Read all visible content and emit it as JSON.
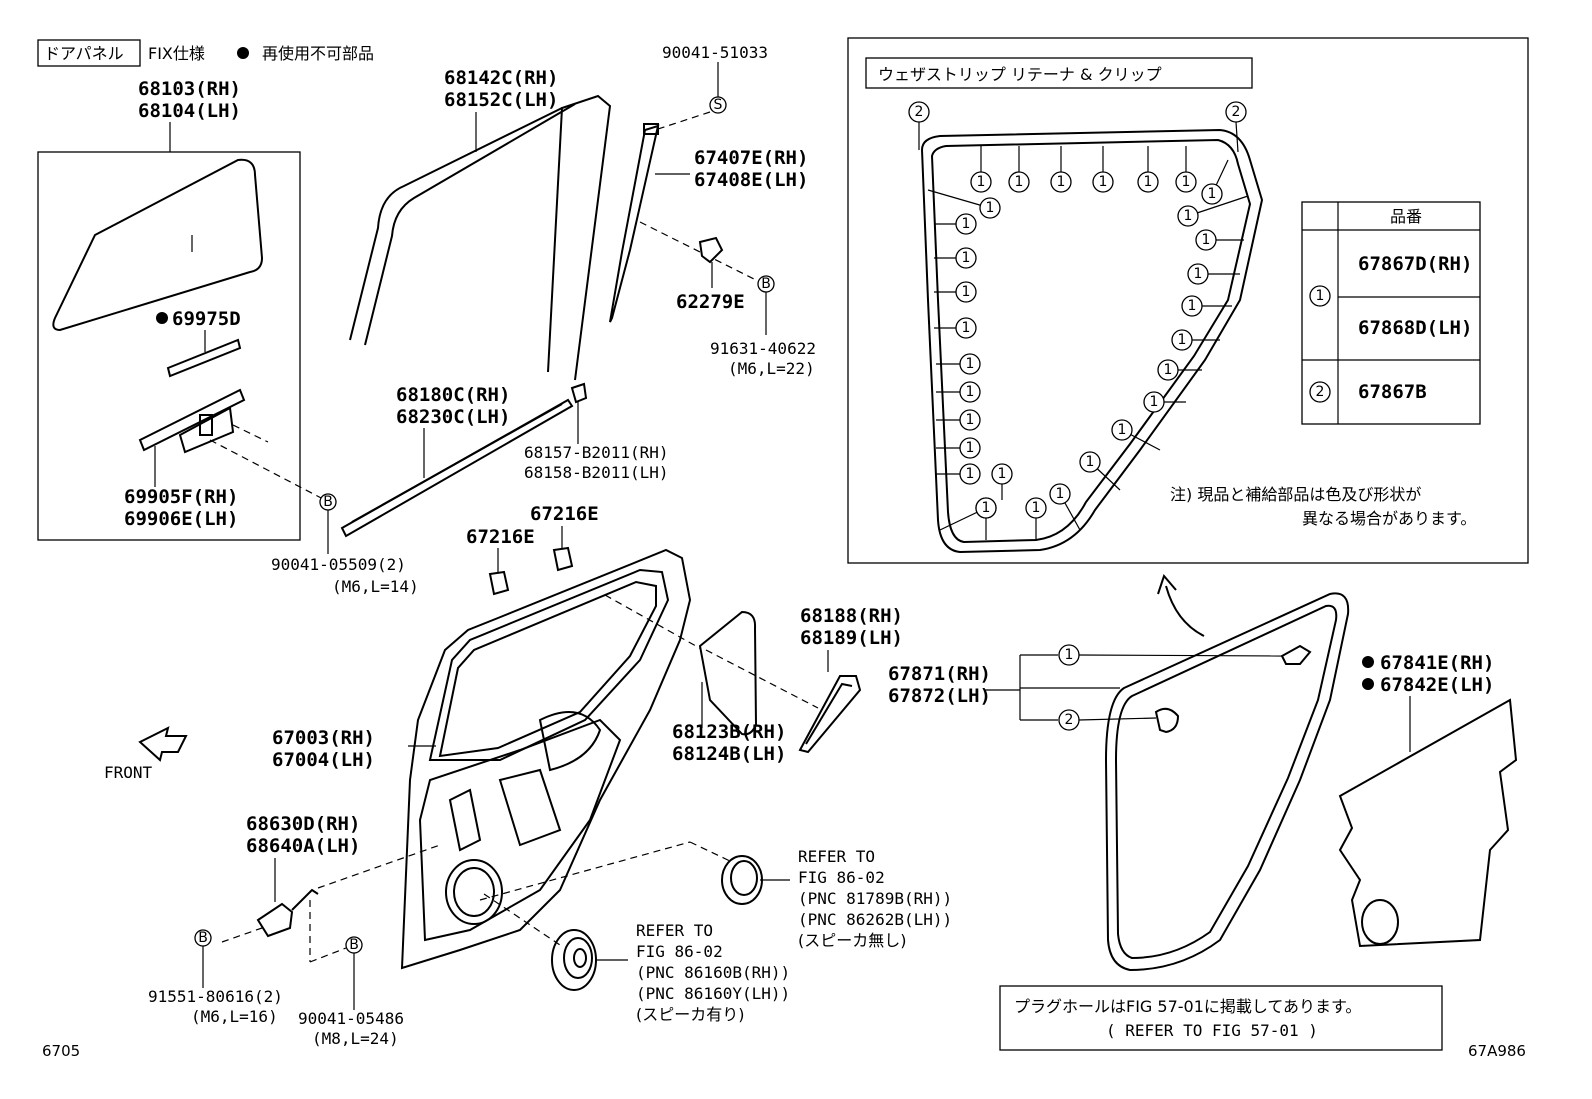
{
  "header": {
    "boxed_label": "ドアパネル",
    "spec": "FIX仕様",
    "bullet_note": "再使用不可部品"
  },
  "parts": {
    "p68103": "68103(RH)",
    "p68104": "68104(LH)",
    "p69975": "69975D",
    "p69905": "69905F(RH)",
    "p69906": "69906E(LH)",
    "p90041_05509": "90041-05509(2)",
    "p90041_05509_spec": "(M6,L=14)",
    "p68142": "68142C(RH)",
    "p68152": "68152C(LH)",
    "p90041_51033": "90041-51033",
    "p67407": "67407E(RH)",
    "p67408": "67408E(LH)",
    "p62279": "62279E",
    "p91631": "91631-40622",
    "p91631_spec": "(M6,L=22)",
    "p68180": "68180C(RH)",
    "p68230": "68230C(LH)",
    "p68157": "68157-B2011(RH)",
    "p68158": "68158-B2011(LH)",
    "p67216a": "67216E",
    "p67216b": "67216E",
    "p68188": "68188(RH)",
    "p68189": "68189(LH)",
    "p68123": "68123B(RH)",
    "p68124": "68124B(LH)",
    "p67003": "67003(RH)",
    "p67004": "67004(LH)",
    "p68630": "68630D(RH)",
    "p68640": "68640A(LH)",
    "p91551": "91551-80616(2)",
    "p91551_spec": "(M6,L=16)",
    "p90041_05486": "90041-05486",
    "p90041_05486_spec": "(M8,L=24)",
    "p67871": "67871(RH)",
    "p67872": "67872(LH)",
    "p67841": "67841E(RH)",
    "p67842": "67842E(LH)"
  },
  "front_label": "FRONT",
  "refer_speaker_none": {
    "l1": "REFER TO",
    "l2": "FIG 86-02",
    "l3": "(PNC 81789B(RH))",
    "l4": "(PNC 86262B(LH))",
    "l5": "(スピーカ無し)"
  },
  "refer_speaker_with": {
    "l1": "REFER TO",
    "l2": "FIG 86-02",
    "l3": "(PNC 86160B(RH))",
    "l4": "(PNC 86160Y(LH))",
    "l5": "(スピーカ有り)"
  },
  "inset": {
    "title": "ウェザストリップ リテーナ & クリップ",
    "table_header": "品番",
    "rows": [
      {
        "key": "1",
        "parts": [
          "67867D(RH)",
          "67868D(LH)"
        ]
      },
      {
        "key": "2",
        "parts": [
          "67867B"
        ]
      }
    ],
    "note_l1": "注) 現品と補給部品は色及び形状が",
    "note_l2": "異なる場合があります。"
  },
  "plug_note": {
    "l1": "プラグホールはFIG 57-01に掲載してあります。",
    "l2": "( REFER TO FIG 57-01 )"
  },
  "markers": {
    "s": "S",
    "b": "B",
    "one": "1",
    "two": "2"
  },
  "footer": {
    "left": "6705",
    "right": "67A986"
  }
}
